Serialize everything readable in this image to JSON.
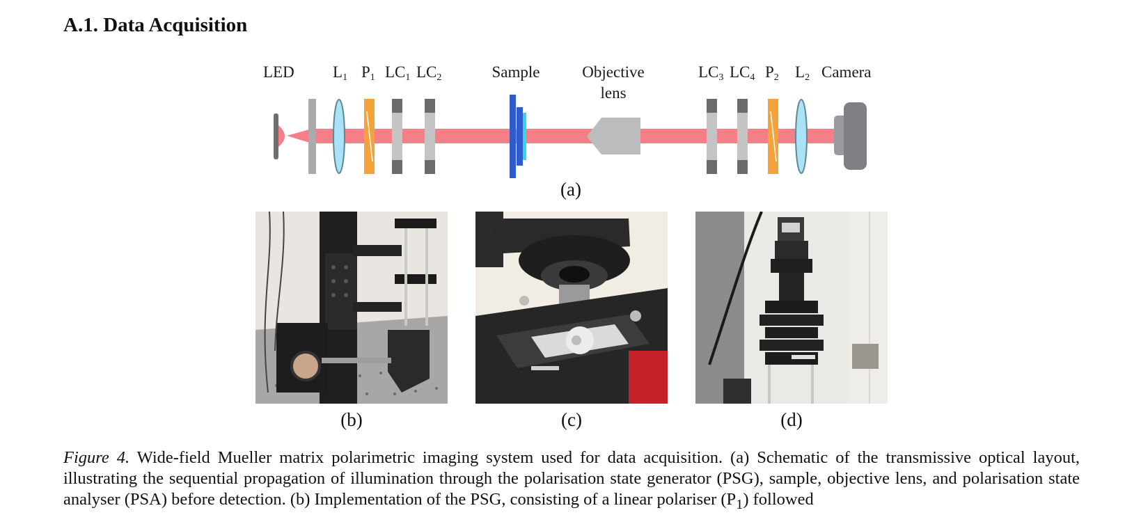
{
  "section": {
    "heading": "A.1. Data Acquisition"
  },
  "schematic": {
    "labels": {
      "led": "LED",
      "l1": "L",
      "l1_sub": "1",
      "p1": "P",
      "p1_sub": "1",
      "lc1": "LC",
      "lc1_sub": "1",
      "lc2": "LC",
      "lc2_sub": "2",
      "sample": "Sample",
      "objective_line1": "Objective",
      "objective_line2": "lens",
      "lc3": "LC",
      "lc3_sub": "3",
      "lc4": "LC",
      "lc4_sub": "4",
      "p2": "P",
      "p2_sub": "2",
      "l2": "L",
      "l2_sub": "2",
      "camera": "Camera"
    },
    "panel_label": "(a)",
    "colors": {
      "beam": "#f57f86",
      "polariser": "#f4a23a",
      "lens": "#a9e3f5",
      "lc_light": "#c4c4c6",
      "lc_dark": "#6b6b6d",
      "sample_dark": "#2f5bcb",
      "sample_light": "#36d6f0",
      "objective": "#bcbcbe",
      "camera": "#7f8083"
    }
  },
  "photos": [
    {
      "label": "(b)"
    },
    {
      "label": "(c)"
    },
    {
      "label": "(d)"
    }
  ],
  "caption": {
    "figure_label": "Figure 4.",
    "line1": "Wide-field Mueller matrix polarimetric imaging system used for data acquisition. (a) Schematic of the transmissive optical",
    "line2": "layout, illustrating the sequential propagation of illumination through the polarisation state generator (PSG), sample, objective lens,",
    "line3": "and polarisation state analyser (PSA) before detection. (b) Implementation of the PSG, consisting of a linear polariser (P",
    "line3_sub": "1",
    "line3_end": ") followed"
  }
}
